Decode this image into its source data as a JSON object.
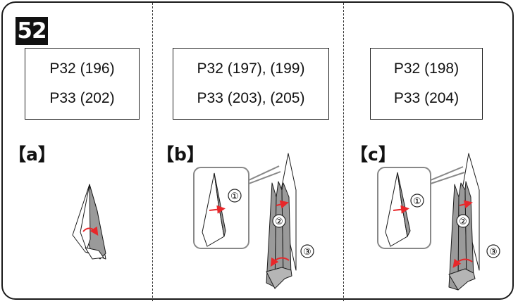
{
  "badge": "52",
  "panels": [
    {
      "id": "a",
      "label": "【a】",
      "refs": [
        "P32  (196)",
        "P33  (202)"
      ]
    },
    {
      "id": "b",
      "label": "【b】",
      "refs": [
        "P32  (197), (199)",
        "P33  (203), (205)"
      ]
    },
    {
      "id": "c",
      "label": "【c】",
      "refs": [
        "P32  (198)",
        "P33  (204)"
      ]
    }
  ],
  "step_markers": [
    "①",
    "②",
    "③"
  ],
  "colors": {
    "arrow": "#e8272a",
    "shade": "#9a9a9a",
    "line": "#1a1a1a"
  }
}
